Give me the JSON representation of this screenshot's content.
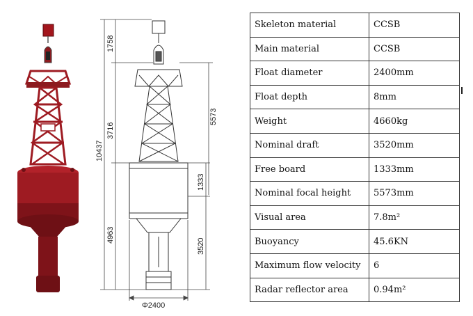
{
  "figure": {
    "dimensions": {
      "top_height": "1758",
      "tower_height": "3716",
      "overall_height": "10437",
      "lower_height": "4963",
      "focal_height": "5573",
      "free_board": "1333",
      "draft": "3520",
      "diameter": "Φ2400"
    },
    "colors": {
      "buoy_red": "#9e1b22",
      "buoy_dark": "#6e1015",
      "outline": "#333333"
    }
  },
  "spec_table": {
    "rows": [
      {
        "label": "Skeleton material",
        "value": "CCSB"
      },
      {
        "label": "Main material",
        "value": "CCSB"
      },
      {
        "label": "Float diameter",
        "value": "2400mm"
      },
      {
        "label": "Float depth",
        "value": "8mm"
      },
      {
        "label": "Weight",
        "value": "4660kg"
      },
      {
        "label": "Nominal draft",
        "value": "3520mm"
      },
      {
        "label": "Free board",
        "value": "1333mm"
      },
      {
        "label": "Nominal focal height",
        "value": "5573mm"
      },
      {
        "label": "Visual area",
        "value": "7.8m²"
      },
      {
        "label": "Buoyancy",
        "value": "45.6KN"
      },
      {
        "label": "Maximum flow velocity",
        "value": "6"
      },
      {
        "label": "Radar reflector area",
        "value": "0.94m²"
      }
    ]
  }
}
